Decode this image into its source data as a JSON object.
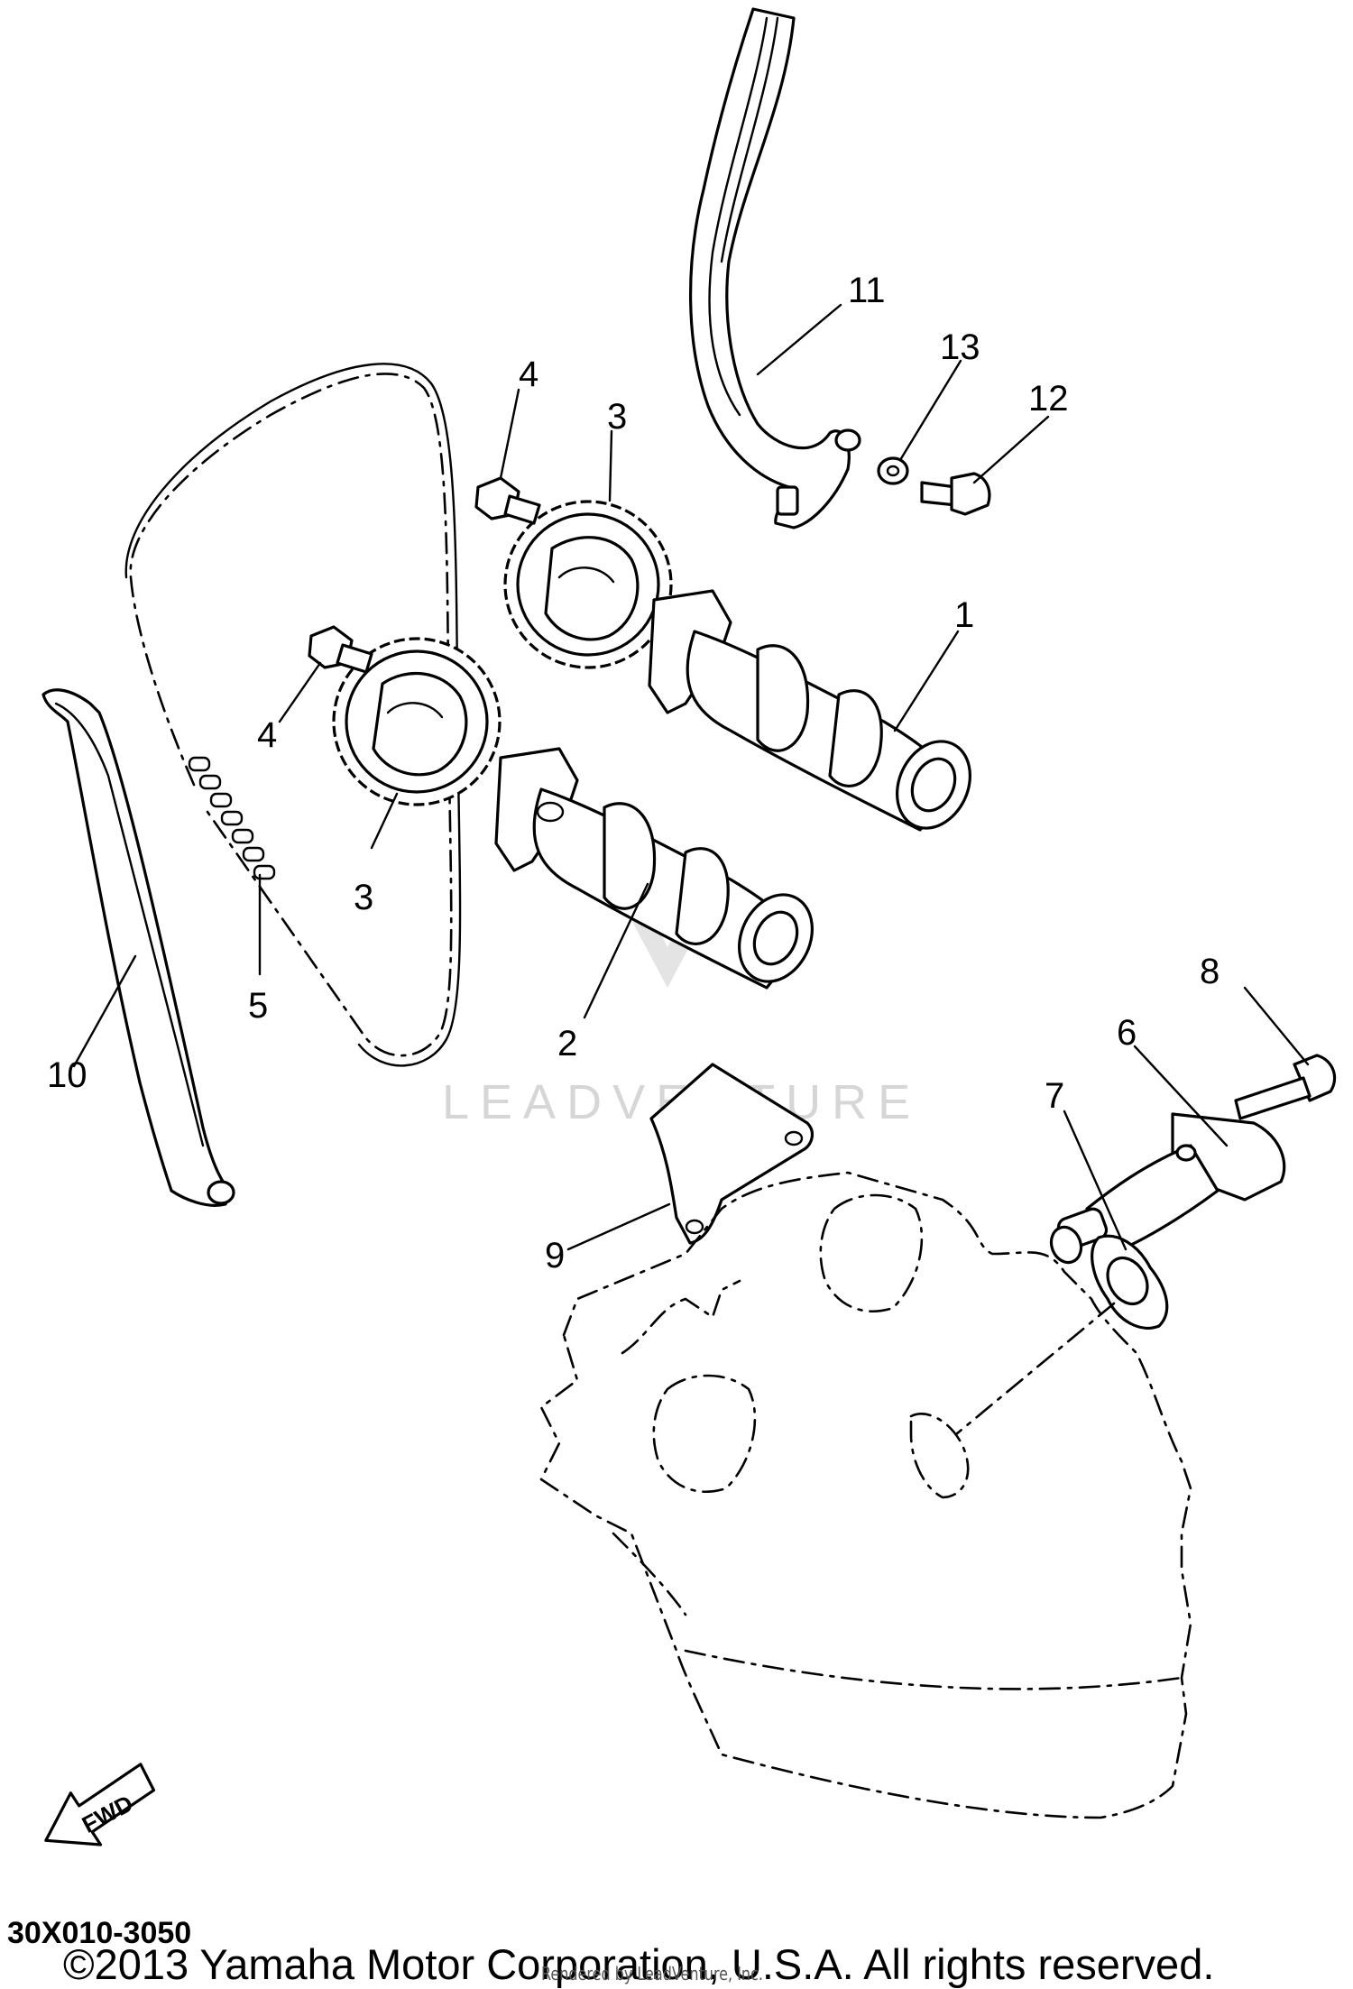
{
  "diagram": {
    "callouts": [
      {
        "id": "c1",
        "label": "1"
      },
      {
        "id": "c2",
        "label": "2"
      },
      {
        "id": "c3a",
        "label": "3"
      },
      {
        "id": "c3b",
        "label": "3"
      },
      {
        "id": "c4a",
        "label": "4"
      },
      {
        "id": "c4b",
        "label": "4"
      },
      {
        "id": "c5",
        "label": "5"
      },
      {
        "id": "c6",
        "label": "6"
      },
      {
        "id": "c7",
        "label": "7"
      },
      {
        "id": "c8",
        "label": "8"
      },
      {
        "id": "c9",
        "label": "9"
      },
      {
        "id": "c10",
        "label": "10"
      },
      {
        "id": "c11",
        "label": "11"
      },
      {
        "id": "c12",
        "label": "12"
      },
      {
        "id": "c13",
        "label": "13"
      }
    ],
    "fwd_label": "FWD",
    "watermark": "LEADVENTURE",
    "code": "30X010-3050"
  },
  "footer": {
    "copyright": "©2013 Yamaha Motor Corporation, U.S.A. All rights reserved.",
    "rendered_by": "Rendered by LeadVenture, Inc."
  }
}
